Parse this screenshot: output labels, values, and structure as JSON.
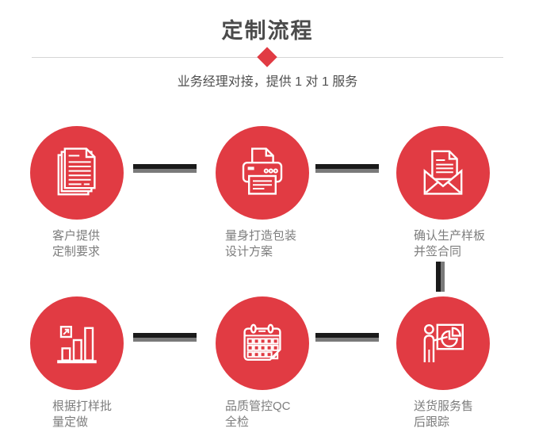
{
  "header": {
    "title": "定制流程",
    "subtitle": "业务经理对接，提供 1 对 1 服务"
  },
  "colors": {
    "accent_red": "#e13b43",
    "title_gray": "#4b4b4b",
    "label_gray": "#7d7d7d",
    "divider_gray": "#d5d5d5",
    "connector_black": "#1a1a1a",
    "connector_gray": "#7a7a7a",
    "icon_stroke": "#ffffff"
  },
  "steps": [
    {
      "icon": "documents-icon",
      "lines": [
        "客户提供",
        "定制要求"
      ]
    },
    {
      "icon": "printer-icon",
      "lines": [
        "量身打造包装",
        "设计方案"
      ]
    },
    {
      "icon": "envelope-icon",
      "lines": [
        "确认生产样板",
        "并签合同"
      ]
    },
    {
      "icon": "bar-chart-icon",
      "lines": [
        "根据打样批",
        "量定做"
      ]
    },
    {
      "icon": "calendar-icon",
      "lines": [
        "品质管控QC",
        "全检"
      ]
    },
    {
      "icon": "presentation-icon",
      "lines": [
        "送货服务售",
        "后跟踪"
      ]
    }
  ]
}
